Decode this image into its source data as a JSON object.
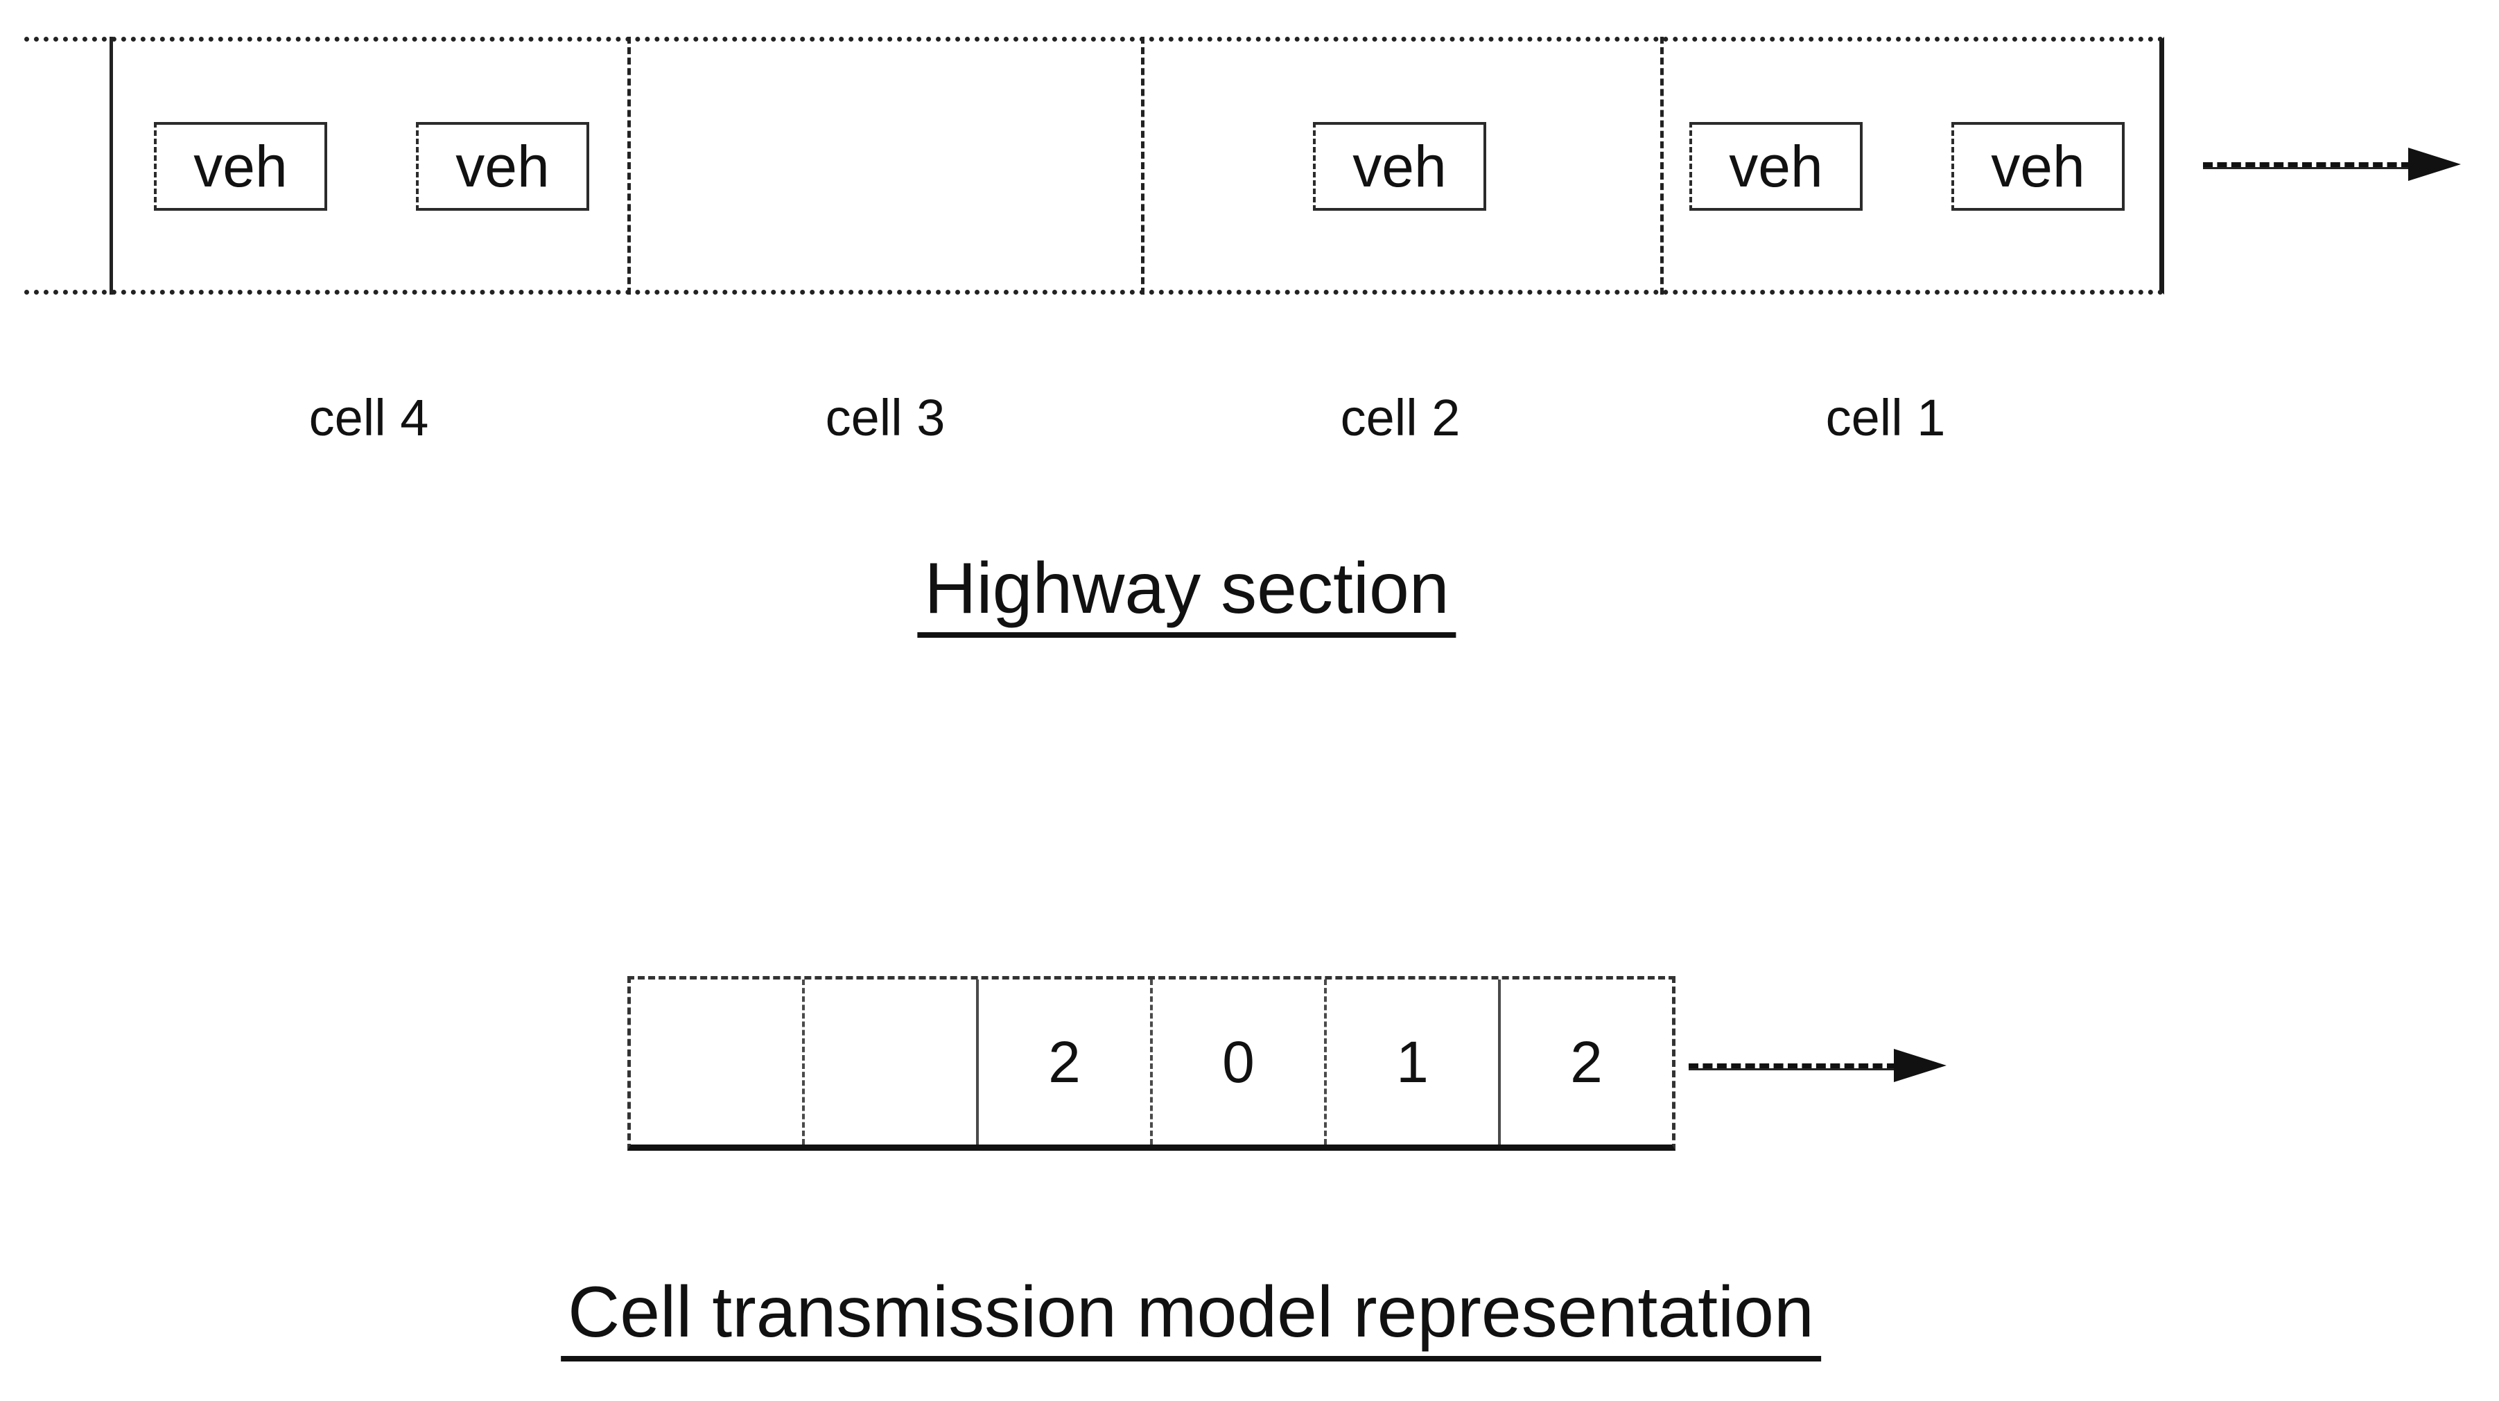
{
  "highway_section": {
    "caption": "Highway section",
    "flow_direction": "right",
    "cells": [
      {
        "label": "cell 4",
        "vehicles": [
          "veh",
          "veh"
        ]
      },
      {
        "label": "cell 3",
        "vehicles": []
      },
      {
        "label": "cell 2",
        "vehicles": [
          "veh"
        ]
      },
      {
        "label": "cell 1",
        "vehicles": [
          "veh",
          "veh"
        ]
      }
    ]
  },
  "ctm": {
    "caption": "Cell transmission model representation",
    "flow_direction": "right",
    "cell_values": [
      "",
      "",
      "2",
      "0",
      "1",
      "2"
    ]
  },
  "colors": {
    "ink": "#111111",
    "background": "#ffffff"
  }
}
